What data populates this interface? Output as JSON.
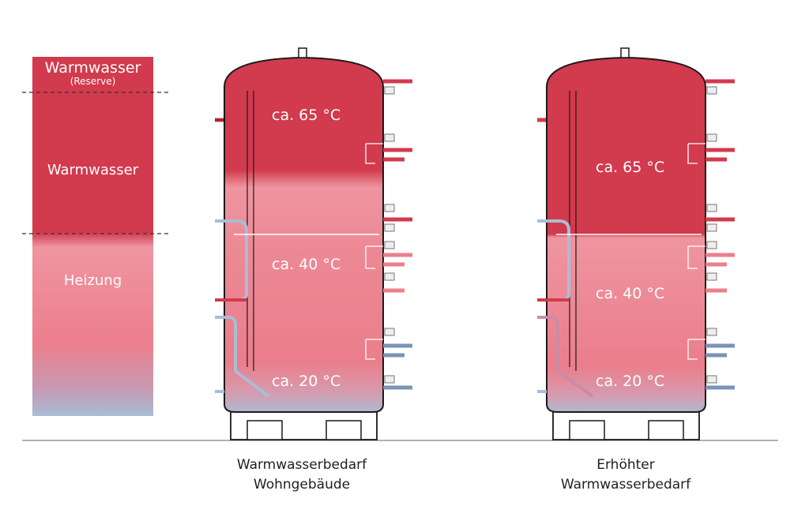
{
  "legend": {
    "reserve_title": "Warmwasser",
    "reserve_sub": "(Reserve)",
    "warmwater": "Warmwasser",
    "heating": "Heizung"
  },
  "tanks": [
    {
      "caption_line1": "Warmwasserbedarf",
      "caption_line2": "Wohngebäude",
      "temp_top": "ca. 65 °C",
      "temp_mid": "ca. 40 °C",
      "temp_bottom": "ca. 20 °C"
    },
    {
      "caption_line1": "Erhöhter",
      "caption_line2": "Warmwasserbedarf",
      "temp_top": "ca. 65 °C",
      "temp_mid": "ca. 40 °C",
      "temp_bottom": "ca. 20 °C"
    }
  ],
  "colors": {
    "hot_red": "#d23a4d",
    "warm_pink": "#ec7f8c",
    "cold_blue": "#a9bdd6",
    "outline": "#1a1a1a"
  }
}
